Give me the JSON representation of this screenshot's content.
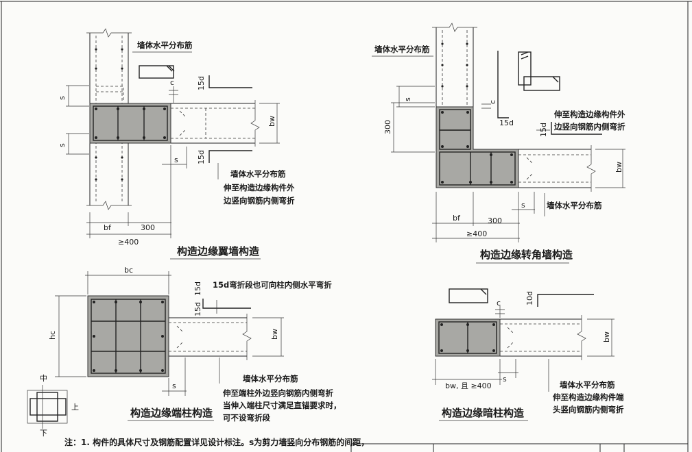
{
  "diagrams": {
    "flange_wall": {
      "title": "构造边缘翼墙构造",
      "label_top": "墙体水平分布筋",
      "label_side_1": "墙体水平分布筋",
      "label_side_2": "伸至构造边缘构件外",
      "label_side_3": "边竖向钢筋内侧弯折",
      "dim_bf": "bf",
      "dim_300": "300",
      "dim_min": "≥400",
      "dim_s": "s",
      "dim_15d": "15d",
      "dim_c": "c",
      "dim_bw": "bw"
    },
    "corner_wall": {
      "title": "构造边缘转角墙构造",
      "label_top": "墙体水平分布筋",
      "label_side_1": "伸至构造边缘构件外",
      "label_side_2": "边竖向钢筋内侧弯折",
      "label_bottom": "墙体水平分布筋",
      "dim_bf": "bf",
      "dim_300": "300",
      "dim_min": "≥400",
      "dim_s": "s",
      "dim_300v": "300",
      "dim_15d": "15d",
      "dim_c": "c",
      "dim_bw": "bw"
    },
    "end_column": {
      "title": "构造边缘端柱构造",
      "label_top": "15d弯折段也可向柱内侧水平弯折",
      "label_1": "墙体水平分布筋",
      "label_2": "伸至端柱外边竖向钢筋内侧弯折",
      "label_3": "当伸入端柱尺寸满足直锚要求时，",
      "label_4": "可不设弯折段",
      "dim_bc": "bc",
      "dim_hc": "hc",
      "dim_15d": "15d",
      "dim_s": "s",
      "dim_bw": "bw",
      "key_mid": "中",
      "key_up": "上",
      "key_down": "下"
    },
    "hidden_column": {
      "title": "构造边缘暗柱构造",
      "label_1": "墙体水平分布筋",
      "label_2": "伸至构造边缘构件端",
      "label_3": "头竖向钢筋内侧弯折",
      "dim_bw_min": "bw, 且 ≥400",
      "dim_s": "s",
      "dim_10d": "10d",
      "dim_c": "c",
      "dim_bw": "bw"
    }
  },
  "note": "注：1. 构件的具体尺寸及钢筋配置详见设计标注。s为剪力墙竖向分布钢筋的间距，"
}
